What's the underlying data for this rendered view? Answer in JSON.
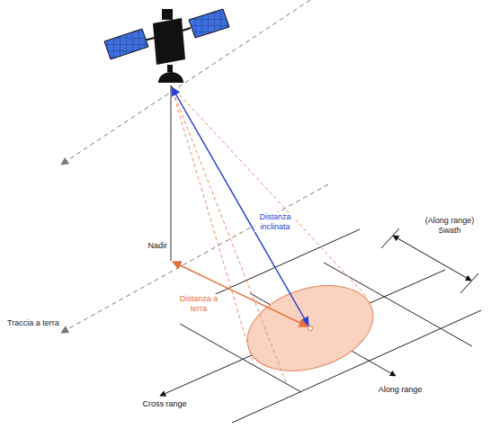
{
  "diagram": {
    "labels": [
      "Nadir",
      "Distanza inclinata",
      "Distanza a terra",
      "Traccia a terra",
      "(Along range) Swath",
      "Cross range",
      "Along range"
    ]
  }
}
